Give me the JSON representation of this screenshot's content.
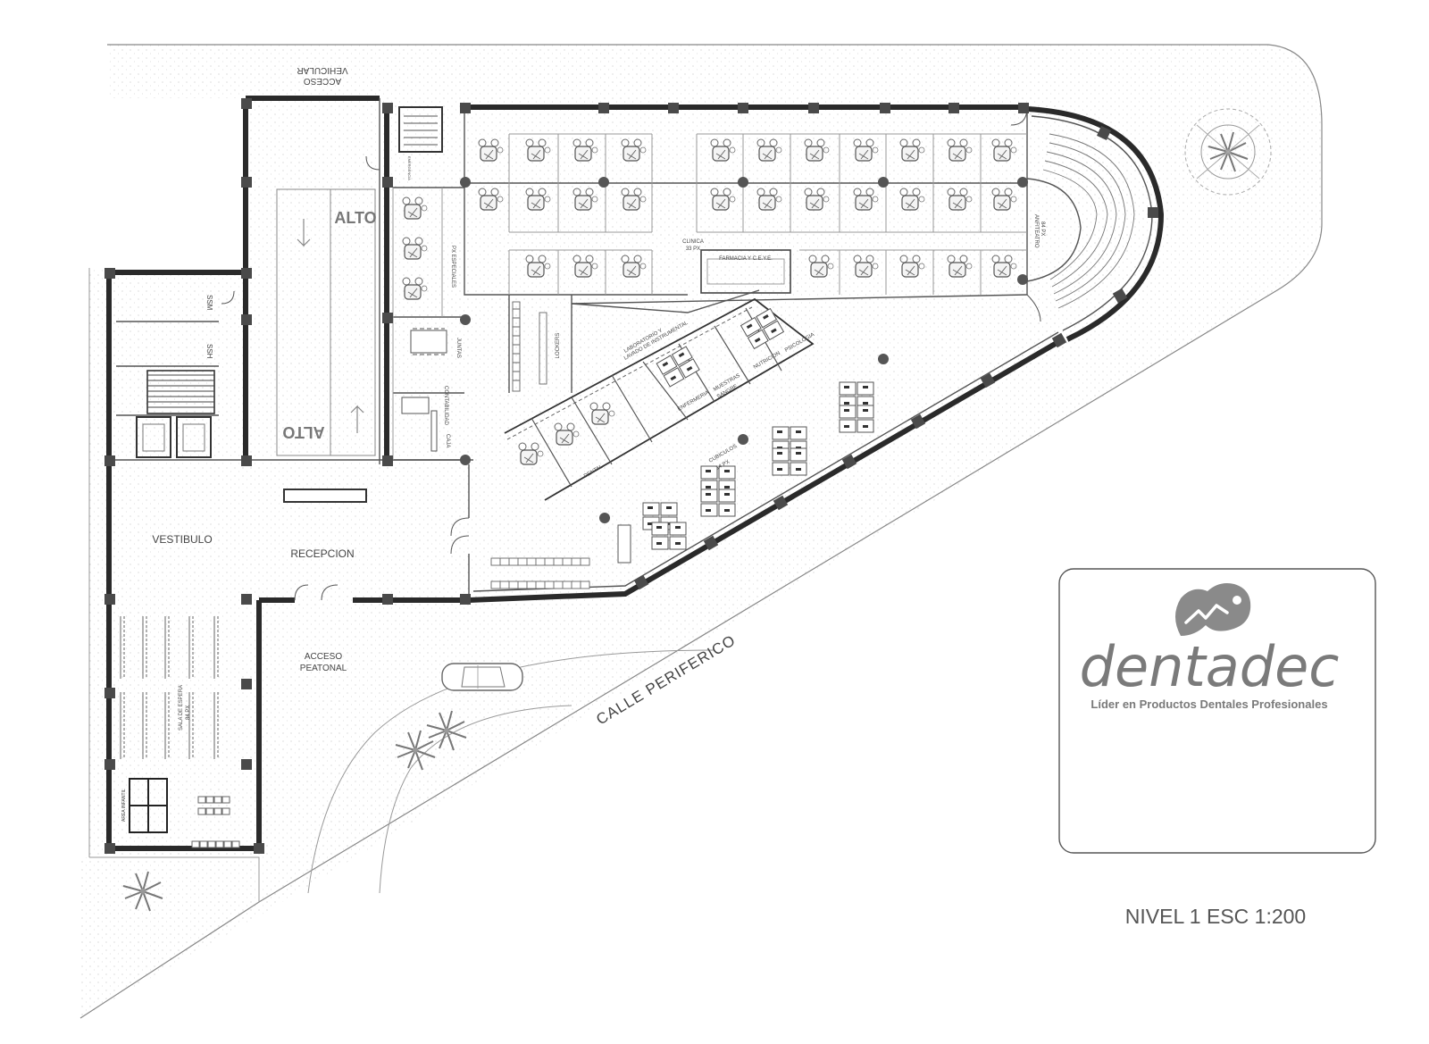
{
  "labels": {
    "acceso_vehicular_1": "ACCESO",
    "acceso_vehicular_2": "VEHICULAR",
    "vestibulo": "VESTIBULO",
    "recepcion": "RECEPCION",
    "acceso_peatonal_1": "ACCESO",
    "acceso_peatonal_2": "PEATONAL",
    "calle": "CALLE PERIFERICO",
    "ssm": "SSM",
    "ssh": "SSH",
    "alto_1": "ALTO",
    "alto_2": "ALTO",
    "px_especiales": "PX ESPECIALES",
    "juntas": "JUNTAS",
    "contabilidad": "CONTABILIDAD",
    "caja": "CAJA",
    "clinica_1": "CLINICA",
    "clinica_2": "33 PX",
    "farmacia": "FARMACIA Y C.E.Y.E.",
    "lockers": "LOCKERS",
    "laboratorio_1": "LABORATORIO Y",
    "laboratorio_2": "LAVADO DE INSTRUMENTAL",
    "enfermeria": "ENFERMERIA",
    "muestras_1": "MUESTRAS",
    "muestras_2": "SANGRE",
    "nutricion": "NUTRICION",
    "psicologia": "PSICOLOGIA",
    "dental": "DENTAL",
    "cubiculos_1": "CUBICULOS",
    "cubiculos_2": "14 PX",
    "anfiteatro_1": "ANFITEATRO",
    "anfiteatro_2": "84 PX",
    "sala_espera_1": "SALA DE ESPERA",
    "sala_espera_2": "84 PX",
    "area_infantil": "AREA INFANTIL",
    "emergencia": "EMERGENCIA"
  },
  "brand": {
    "name": "dentadec",
    "tagline": "Líder en Productos Dentales Profesionales"
  },
  "caption": "NIVEL 1 ESC 1:200"
}
